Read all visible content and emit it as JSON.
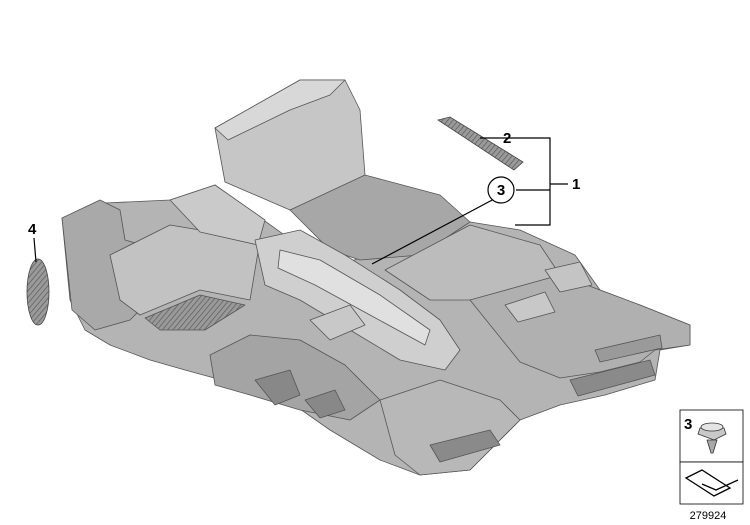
{
  "callouts": {
    "c1": "1",
    "c2": "2",
    "c3": "3",
    "c4": "4"
  },
  "legend": {
    "part_number": "3",
    "document_number": "279924"
  },
  "icons": {
    "clip": "push-clip-icon",
    "orientation": "vehicle-direction-arrow-icon"
  },
  "colors": {
    "carpet_light": "#bdbdbd",
    "carpet_mid": "#9e9e9e",
    "carpet_dark": "#7c7c7c",
    "line": "#000000"
  }
}
